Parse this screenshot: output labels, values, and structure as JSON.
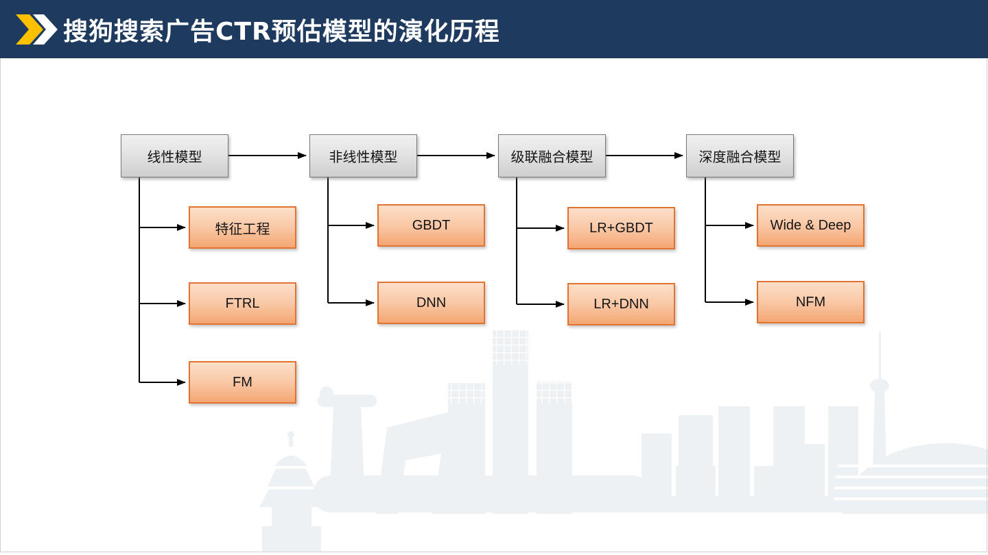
{
  "header": {
    "title": "搜狗搜索广告CTR预估模型的演化历程",
    "icon": "double-chevron-right-icon"
  },
  "diagram": {
    "columns": [
      {
        "parent": "线性模型",
        "children": [
          "特征工程",
          "FTRL",
          "FM"
        ]
      },
      {
        "parent": "非线性模型",
        "children": [
          "GBDT",
          "DNN"
        ]
      },
      {
        "parent": "级联融合模型",
        "children": [
          "LR+GBDT",
          "LR+DNN"
        ]
      },
      {
        "parent": "深度融合模型",
        "children": [
          "Wide & Deep",
          "NFM"
        ]
      }
    ]
  },
  "background": {
    "art": "city-skyline-silhouette"
  },
  "colors": {
    "header_bg": "#1E3A5F",
    "chevron_yellow": "#FFC000",
    "chevron_white": "#FFFFFF",
    "title_text": "#FFFFFF",
    "stage_box_fill": "#E3E3E3",
    "stage_box_border": "#767676",
    "model_box_fill_top": "#FCDFC9",
    "model_box_fill_bottom": "#F4A672",
    "model_box_border": "#E1722F",
    "connector": "#000000",
    "skyline": "#EEF1F3"
  }
}
